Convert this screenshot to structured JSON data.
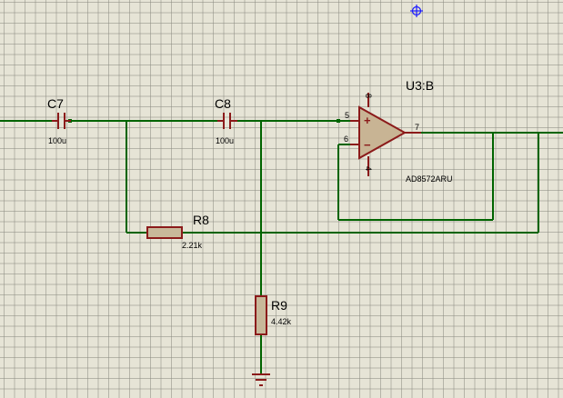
{
  "schematic": {
    "components": {
      "c7": {
        "ref": "C7",
        "value": "100u"
      },
      "c8": {
        "ref": "C8",
        "value": "100u"
      },
      "r8": {
        "ref": "R8",
        "value": "2.21k"
      },
      "r9": {
        "ref": "R9",
        "value": "4.42k"
      },
      "u3": {
        "ref": "U3:B",
        "part": "AD8572ARU",
        "pins": {
          "non_inverting": "5",
          "inverting": "6",
          "output": "7",
          "vplus": "8",
          "vminus": "4"
        },
        "plus_sign": "+",
        "minus_sign": "−"
      }
    },
    "colors": {
      "wire": "#006400",
      "component": "#8b1a1a",
      "component_fill": "#c8b89a",
      "opamp_fill": "#c8b494",
      "cursor": "#1a1aff"
    },
    "cursor_icon": "crosshair-cursor-icon"
  }
}
